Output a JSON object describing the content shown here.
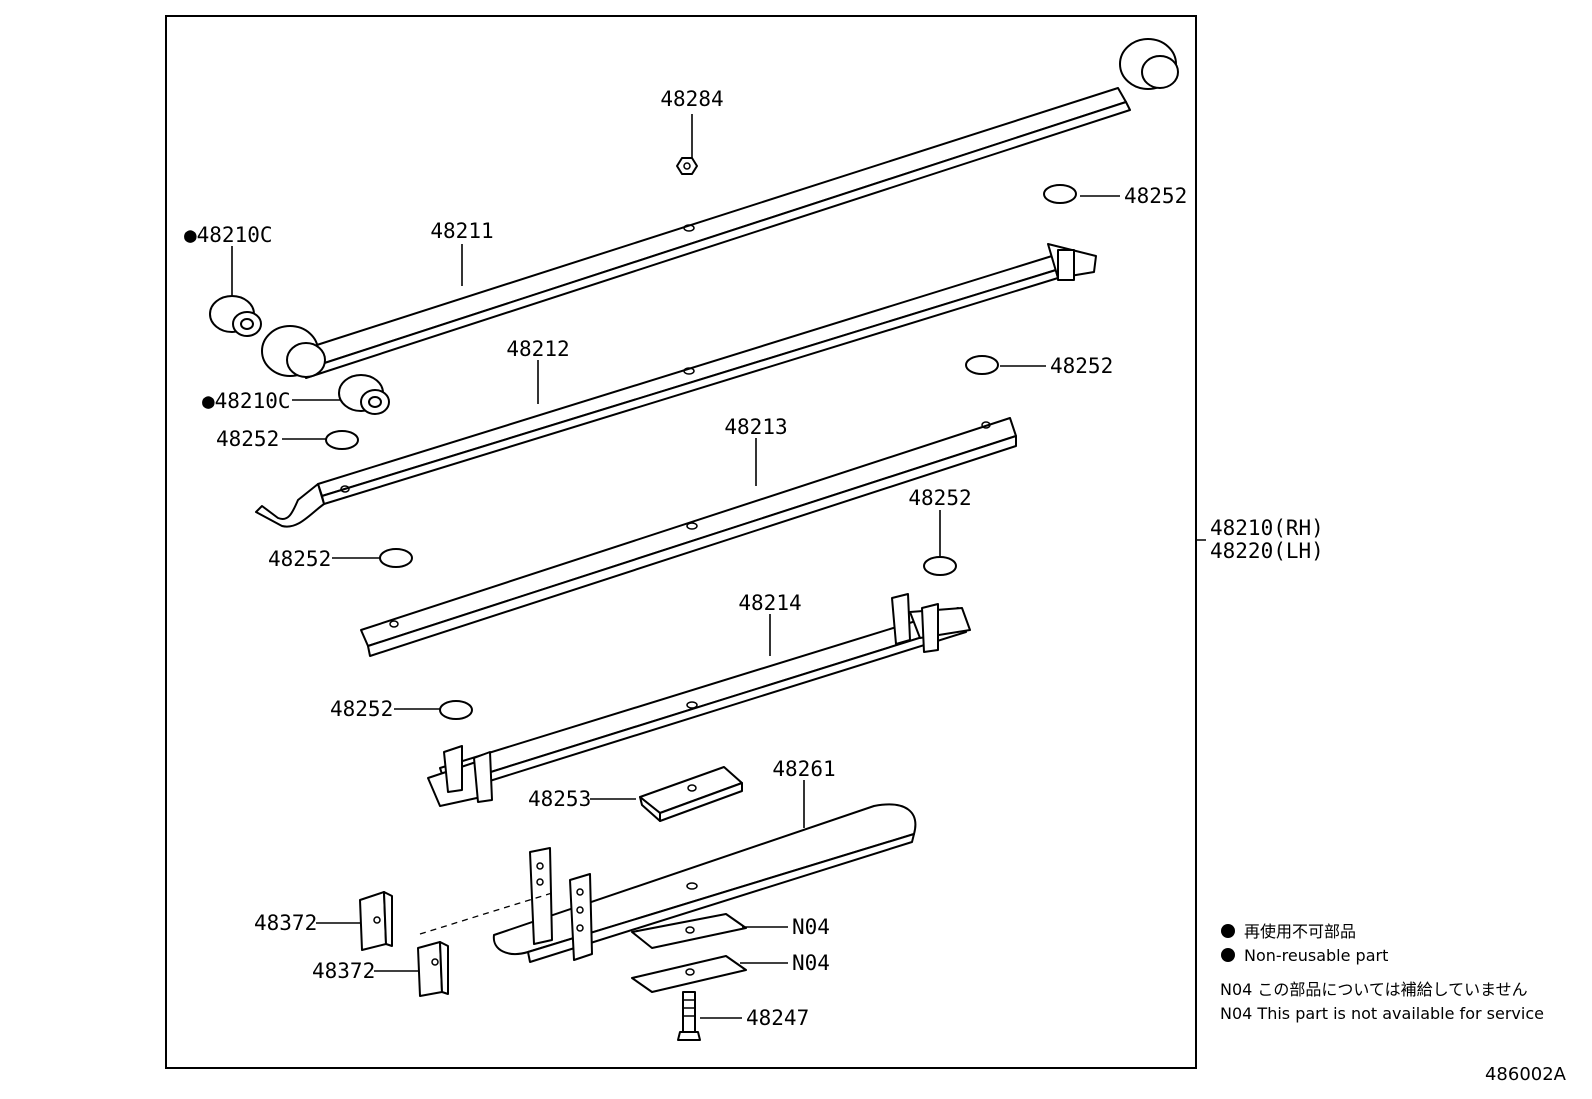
{
  "diagram": {
    "assembly_labels": [
      "48210(RH)",
      "48220(LH)"
    ],
    "figure_code": "486002A",
    "callouts": {
      "c48284": "48284",
      "c48252_a": "48252",
      "c48210c_top": "●48210C",
      "c48211": "48211",
      "c48212": "48212",
      "c48252_b": "48252",
      "c48210c_bot": "●48210C",
      "c48252_c": "48252",
      "c48213": "48213",
      "c48252_d": "48252",
      "c48252_e": "48252",
      "c48214": "48214",
      "c48252_f": "48252",
      "c48253": "48253",
      "c48261": "48261",
      "c48372_a": "48372",
      "c48372_b": "48372",
      "cN04_a": "N04",
      "cN04_b": "N04",
      "c48247": "48247"
    },
    "legend": {
      "nonreusable_jp": "再使用不可部品",
      "nonreusable_en": "Non-reusable part",
      "n04_jp": "N04 この部品については補給していません",
      "n04_en": "N04 This part is not available for service"
    }
  }
}
